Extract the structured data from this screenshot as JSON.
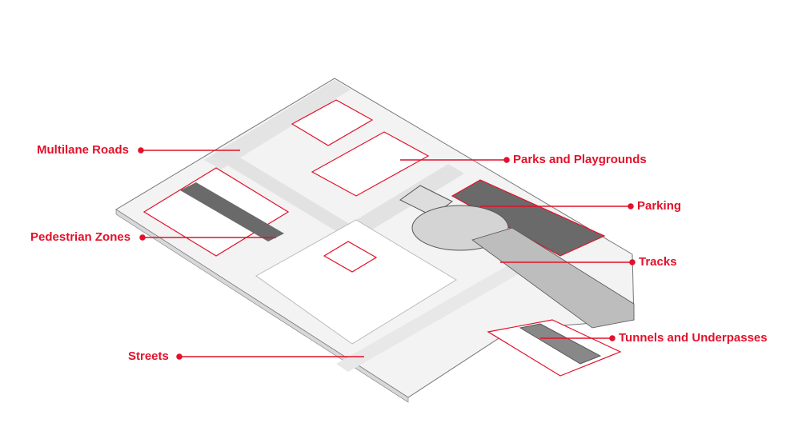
{
  "colors": {
    "accent": "#e3112a",
    "road": "#e4e4e4",
    "ground": "#ffffff",
    "dark": "#6a6a6a",
    "outline": "#555555"
  },
  "labels": {
    "multilane_roads": "Multilane Roads",
    "pedestrian_zones": "Pedestrian Zones",
    "streets": "Streets",
    "parks_playgrounds": "Parks and Playgrounds",
    "parking": "Parking",
    "tracks": "Tracks",
    "tunnels_underpasses": "Tunnels and Underpasses"
  }
}
